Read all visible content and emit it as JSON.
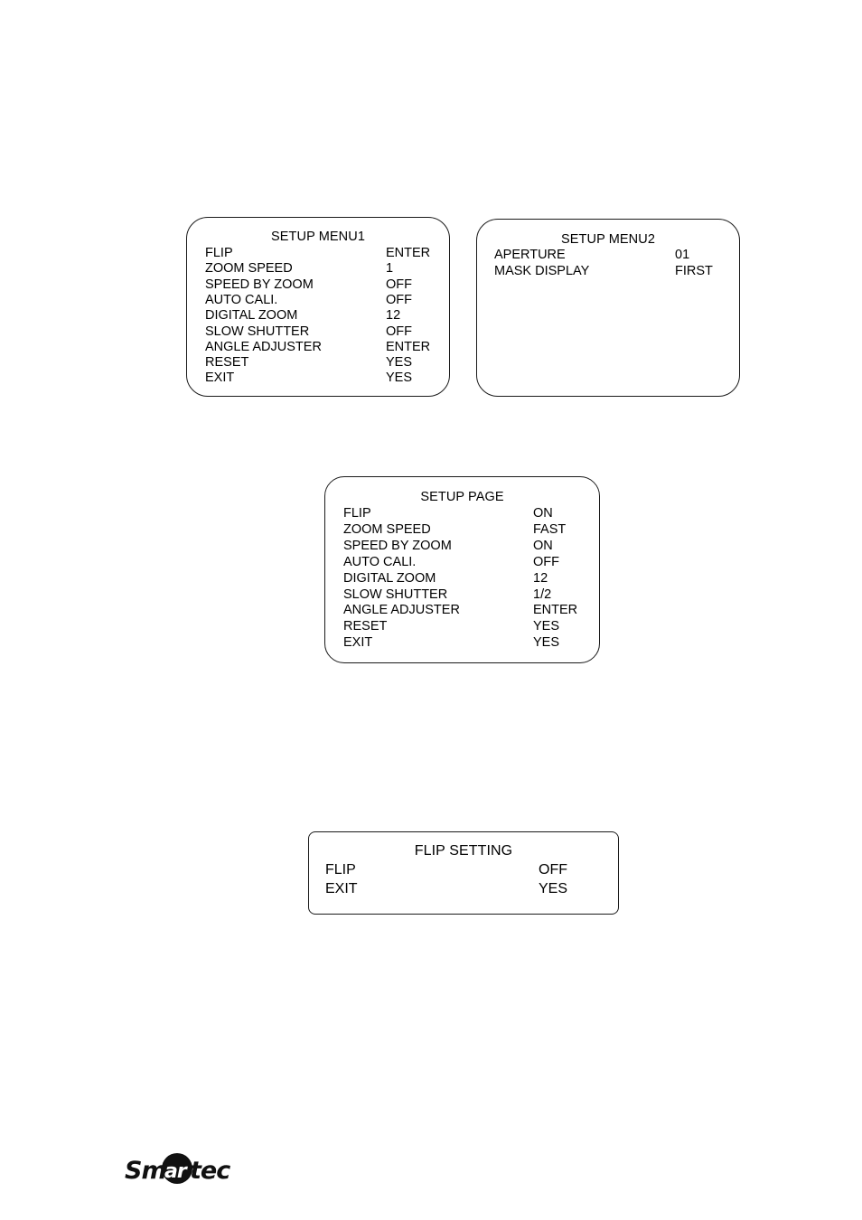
{
  "menu1": {
    "title": "SETUP MENU1",
    "rows": [
      {
        "label": "FLIP",
        "value": "ENTER"
      },
      {
        "label": "ZOOM SPEED",
        "value": "1"
      },
      {
        "label": "SPEED BY ZOOM",
        "value": "OFF"
      },
      {
        "label": "AUTO CALI.",
        "value": "OFF"
      },
      {
        "label": "DIGITAL ZOOM",
        "value": "12"
      },
      {
        "label": "SLOW SHUTTER",
        "value": "OFF"
      },
      {
        "label": "ANGLE ADJUSTER",
        "value": "ENTER"
      },
      {
        "label": "RESET",
        "value": "YES"
      },
      {
        "label": "EXIT",
        "value": "YES"
      }
    ]
  },
  "menu2": {
    "title": "SETUP MENU2",
    "rows": [
      {
        "label": "APERTURE",
        "value": "01"
      },
      {
        "label": "MASK DISPLAY",
        "value": "FIRST"
      }
    ]
  },
  "setup_page": {
    "title": "SETUP PAGE",
    "rows": [
      {
        "label": "FLIP",
        "value": "ON"
      },
      {
        "label": "ZOOM SPEED",
        "value": "FAST"
      },
      {
        "label": "SPEED BY ZOOM",
        "value": "ON"
      },
      {
        "label": "AUTO CALI.",
        "value": "OFF"
      },
      {
        "label": "DIGITAL ZOOM",
        "value": "12"
      },
      {
        "label": "SLOW SHUTTER",
        "value": "1/2"
      },
      {
        "label": "ANGLE ADJUSTER",
        "value": "ENTER"
      },
      {
        "label": "RESET",
        "value": "YES"
      },
      {
        "label": "EXIT",
        "value": "YES"
      }
    ]
  },
  "flip_setting": {
    "title": "FLIP SETTING",
    "rows": [
      {
        "label": "FLIP",
        "value": "OFF"
      },
      {
        "label": "EXIT",
        "value": "YES"
      }
    ]
  },
  "logo": {
    "text": "Smartec"
  }
}
